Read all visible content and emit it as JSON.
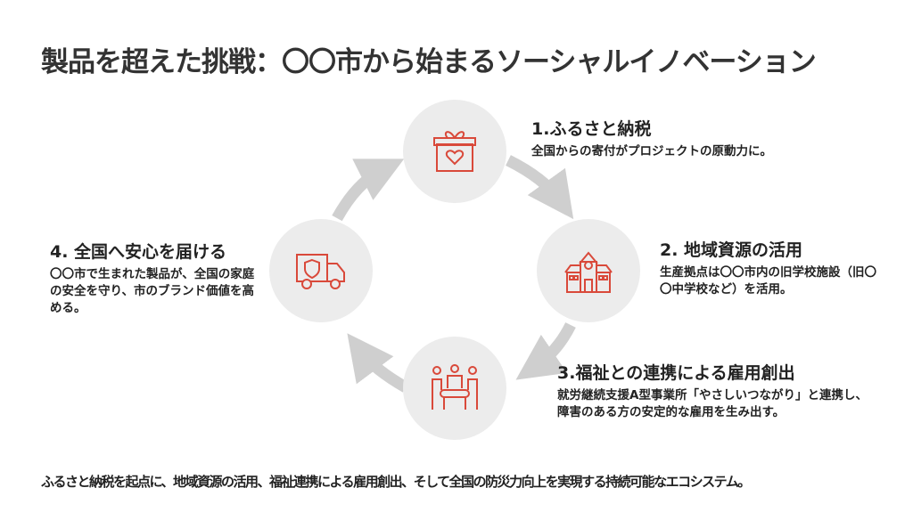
{
  "title": "製品を超えた挑戦：〇〇市から始まるソーシャルイノベーション",
  "steps": [
    {
      "heading": "1.ふるさと納税",
      "body": "全国からの寄付がプロジェクトの原動力に。",
      "icon": "gift-heart-icon"
    },
    {
      "heading": "2. 地域資源の活用",
      "body": "生産拠点は〇〇市内の旧学校施設（旧〇〇中学校など）を活用。",
      "icon": "school-building-icon"
    },
    {
      "heading": "3.福祉との連携による雇用創出",
      "body": "就労継続支援A型事業所「やさしいつながり」と連携し、障害のある方の安定的な雇用を生み出す。",
      "icon": "workers-conveyor-icon"
    },
    {
      "heading": "4. 全国へ安心を届ける",
      "body": "〇〇市で生まれた製品が、全国の家庭の安全を守り、市のブランド価値を高める。",
      "icon": "delivery-truck-shield-icon"
    }
  ],
  "footer": "ふるさと納税を起点に、地域資源の活用、福祉連携による雇用創出、そして全国の防災力向上を実現する持続可能なエコシステム。",
  "colors": {
    "accent": "#d9493a",
    "circle": "#ececec",
    "arrow": "#cfcfcf"
  }
}
